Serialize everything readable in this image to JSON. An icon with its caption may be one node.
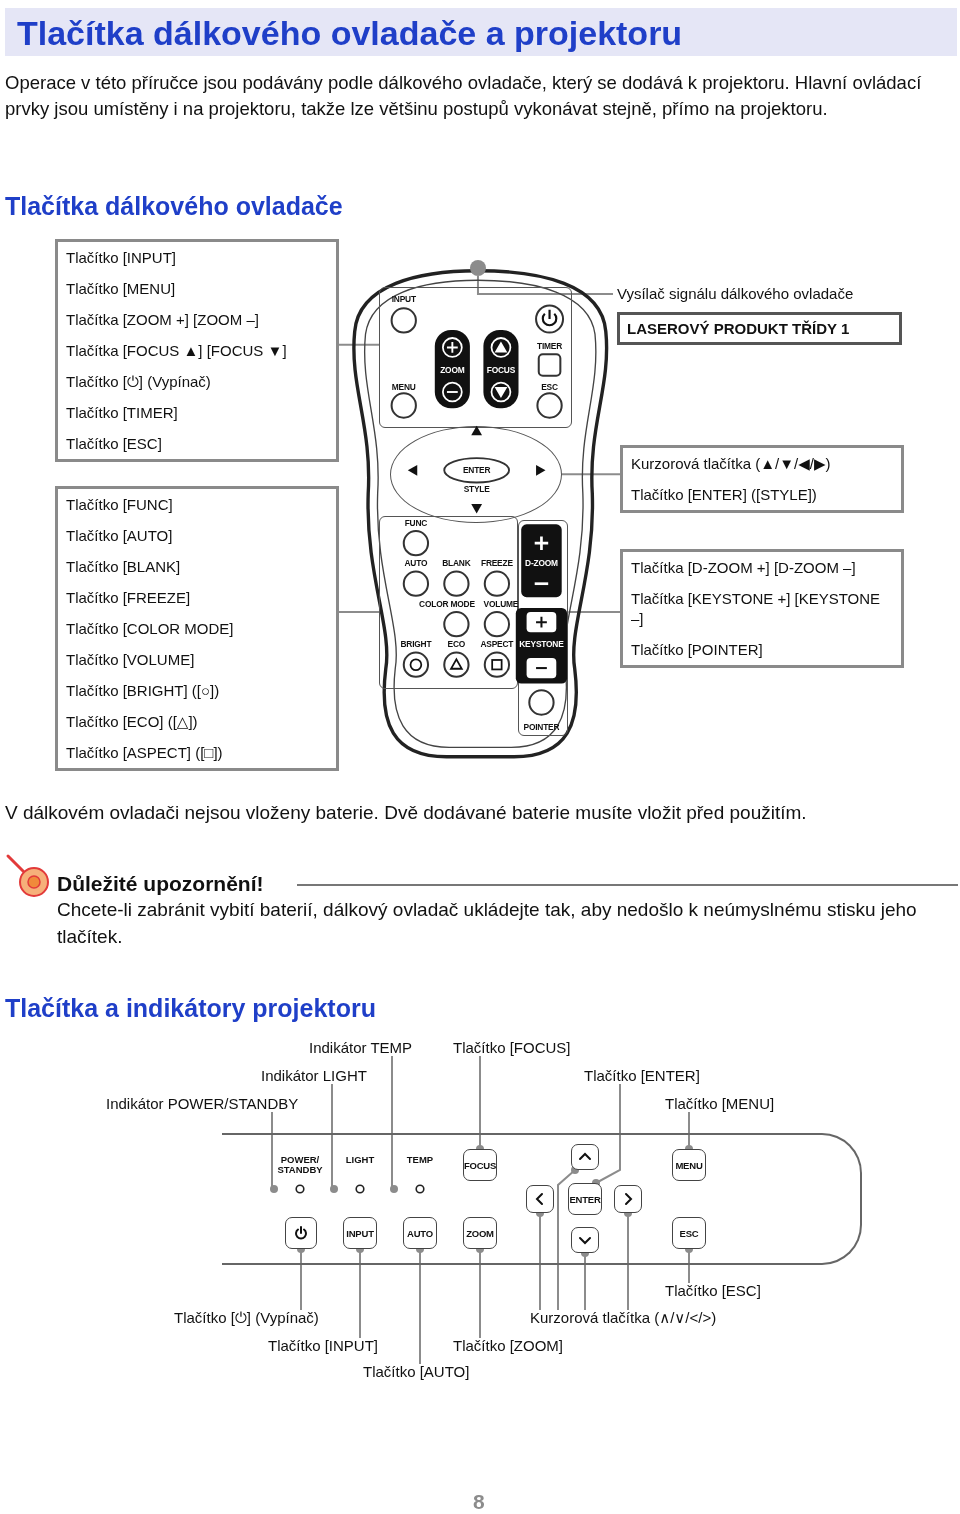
{
  "diagram": {
    "title": "Tlačítka dálkového ovladače a projektoru",
    "nodes": [
      {
        "text": [
          "Tlačítko [INPUT]",
          "Tlačítko [MENU]",
          "Tlačítka [ZOOM +] [ZOOM –]",
          "Tlačítka [FOCUS ▲] [FOCUS ▼]",
          "Tlačítko [⏻] (Vypínač)",
          "Tlačítko [TIMER]",
          "Tlačítko [ESC]"
        ]
      },
      {
        "text": [
          "Tlačítko [FUNC]",
          "Tlačítko [AUTO]",
          "Tlačítko [BLANK]",
          "Tlačítko [FREEZE]",
          "Tlačítko [COLOR MODE]",
          "Tlačítko [VOLUME]",
          "Tlačítko [BRIGHT] ([○])",
          "Tlačítko [ECO] ([△])",
          "Tlačítko [ASPECT] ([□])"
        ]
      },
      {
        "text": [
          "Vysílač signálu dálkového ovladače"
        ]
      },
      {
        "text": [
          "LASEROVÝ PRODUKT TŘÍDY 1"
        ]
      },
      {
        "text": [
          "Kurzorová tlačítka (▲/▼/◀/▶)",
          "Tlačítko [ENTER] ([STYLE])"
        ]
      },
      {
        "text": [
          "Tlačítka [D-ZOOM +] [D-ZOOM –]",
          "Tlačítka [KEYSTONE +] [KEYSTONE –]",
          "Tlačítko [POINTER]"
        ]
      },
      {
        "text": [],
        "shape": "picture"
      },
      {
        "text": [],
        "shape": "circle",
        "in": 6
      },
      {
        "text": [],
        "shape": "box",
        "in": 6
      },
      {
        "text": [],
        "shape": "ellipse",
        "in": 6
      },
      {
        "text": [],
        "shape": "box",
        "in": 6
      },
      {
        "text": [],
        "shape": "box",
        "in": 6
      },
      {
        "text": [
          "Indikátor TEMP"
        ]
      },
      {
        "text": [
          "Tlačítko [FOCUS]"
        ]
      },
      {
        "text": [
          "Indikátor LIGHT"
        ]
      },
      {
        "text": [
          "Tlačítko [ENTER]"
        ]
      },
      {
        "text": [
          "Indikátor POWER/STANDBY"
        ]
      },
      {
        "text": [
          "Tlačítko [MENU]"
        ]
      },
      {
        "text": [],
        "shape": "box"
      },
      {
        "text": [
          "POWER/ STANDBY"
        ],
        "in": 18
      },
      {
        "text": [
          "LIGHT"
        ],
        "in": 18
      },
      {
        "text": [
          "TEMP"
        ],
        "in": 18
      },
      {
        "text": [
          "FOCUS"
        ],
        "in": 18
      },
      {
        "text": [],
        "shape": "box",
        "in": 18
      },
      {
        "text": [
          "MENU"
        ],
        "in": 18
      },
      {
        "text": [],
        "shape": "box",
        "in": 18
      },
      {
        "text": [
          "ENTER"
        ],
        "in": 18
      },
      {
        "text": [],
        "shape": "box",
        "in": 18
      },
      {
        "text": [],
        "shape": "box",
        "in": 18
      },
      {
        "text": [
          "INPUT"
        ],
        "in": 18
      },
      {
        "text": [
          "AUTO"
        ],
        "in": 18
      },
      {
        "text": [
          "ZOOM"
        ],
        "in": 18
      },
      {
        "text": [],
        "shape": "box",
        "in": 18
      },
      {
        "text": [
          "ESC"
        ],
        "in": 18
      },
      {
        "text": [
          "Tlačítko [ESC]"
        ]
      },
      {
        "text": [
          "Tlačítko [⏻] (Vypínač)"
        ]
      },
      {
        "text": [
          "Kurzorová tlačítka (∧/∨/</>)"
        ]
      },
      {
        "text": [
          "Tlačítko [INPUT]"
        ]
      },
      {
        "text": [
          "Tlačítko [ZOOM]"
        ]
      },
      {
        "text": [
          "Tlačítko [AUTO]"
        ]
      }
    ],
    "edges": [
      {
        "from": 0,
        "to": 8,
        "arrow": "none"
      },
      {
        "from": 1,
        "to": 10,
        "arrow": "none"
      },
      {
        "from": 2,
        "to": 7,
        "arrow": "none"
      },
      {
        "from": 4,
        "to": 9,
        "arrow": "none"
      },
      {
        "from": 5,
        "to": 11,
        "arrow": "none"
      },
      {
        "from": 12,
        "to": 21,
        "arrow": "other"
      },
      {
        "from": 13,
        "to": 22,
        "arrow": "other"
      },
      {
        "from": 14,
        "to": 20,
        "arrow": "other"
      },
      {
        "from": 15,
        "to": 26,
        "arrow": "other"
      },
      {
        "from": 16,
        "to": 19,
        "arrow": "other"
      },
      {
        "from": 17,
        "to": 24,
        "arrow": "other"
      },
      {
        "from": 34,
        "to": 33,
        "arrow": "other"
      },
      {
        "from": 35,
        "to": 28,
        "arrow": "other"
      },
      {
        "from": 36,
        "to": 23,
        "arrow": "other"
      },
      {
        "from": 36,
        "to": 25,
        "arrow": "other"
      },
      {
        "from": 36,
        "to": 32,
        "arrow": "other"
      },
      {
        "from": 36,
        "to": 27,
        "arrow": "other"
      },
      {
        "from": 37,
        "to": 29,
        "arrow": "other"
      },
      {
        "from": 38,
        "to": 31,
        "arrow": "other"
      },
      {
        "from": 39,
        "to": 30,
        "arrow": "other"
      }
    ],
    "labels": [
      "Operace v této příručce jsou podávány podle dálkového ovladače, který se dodává k projektoru. Hlavní ovládací prvky jsou umístěny i na projektoru, takže lze většinu postupů vykonávat stejně, přímo na projektoru.",
      "Tlačítka dálkového ovladače",
      "INPUT",
      "TIMER",
      "ZOOM",
      "FOCUS",
      "MENU",
      "ESC",
      "ENTER",
      "STYLE",
      "FUNC",
      "AUTO",
      "BLANK",
      "FREEZE",
      "D-ZOOM",
      "COLOR MODE",
      "VOLUME",
      "BRIGHT",
      "ECO",
      "ASPECT",
      "KEYSTONE",
      "POINTER",
      "V dálkovém ovladači nejsou vloženy baterie. Dvě dodávané baterie musíte vložit před použitím.",
      "Důležité upozornění!",
      "Chcete-li zabránit vybití baterií, dálkový ovladač ukládejte tak, aby nedošlo k neúmyslnému stisku jeho tlačítek.",
      "Tlačítka a indikátory projektoru",
      "8"
    ]
  }
}
